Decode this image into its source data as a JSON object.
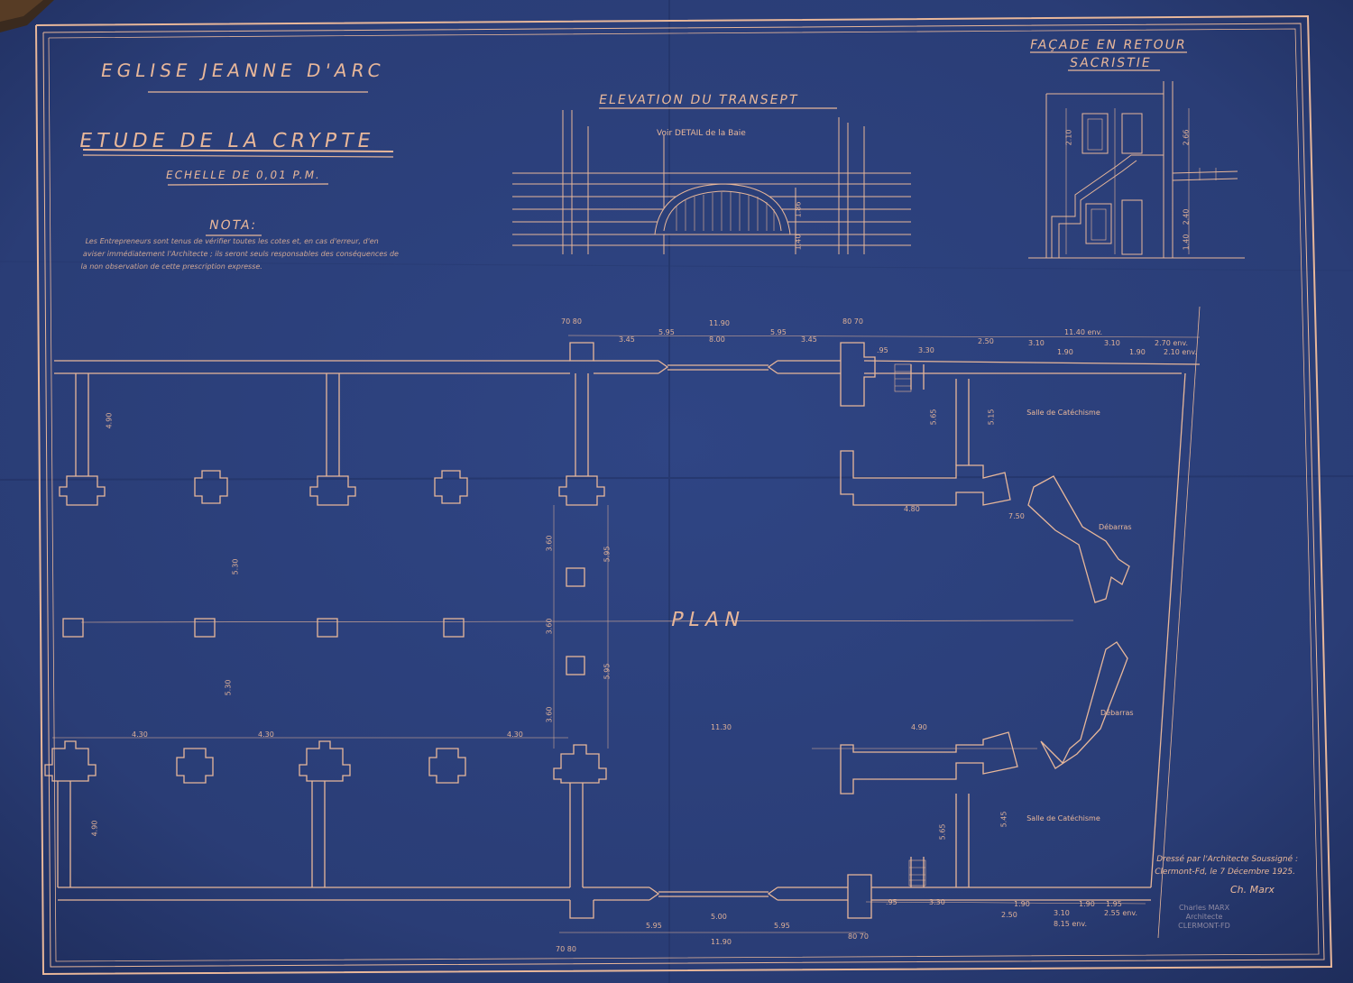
{
  "sheet": {
    "church_title": "EGLISE JEANNE D'ARC",
    "study_title": "ETUDE DE LA CRYPTE",
    "scale_note": "ECHELLE DE 0,01 P.M.",
    "nota_heading": "NOTA:",
    "nota_text": "Les Entrepreneurs sont tenus de vérifier toutes les cotes et, en cas d'erreur, d'en aviser immédiatement l'Architecte ; ils seront seuls responsables des conséquences de la non observation de cette prescription expresse.",
    "elevation_title": "ELEVATION DU TRANSEPT",
    "elevation_note": "Voir DETAIL de la Baie",
    "facade_title_1": "FAÇADE EN RETOUR",
    "facade_title_2": "SACRISTIE",
    "plan_title": "PLAN",
    "room_upper": "Salle de Catéchisme",
    "room_lower": "Salle de Catéchisme",
    "debarras_1": "Débarras",
    "debarras_2": "Débarras",
    "prepared_by": "Dressé par l'Architecte Soussigné :",
    "place_date": "Clermont-Fd, le 7 Décembre 1925.",
    "signature": "Ch. Marx",
    "stamp": "Charles MARX Architecte CLERMONT-FD"
  },
  "dimensions": {
    "top_80a": "70 80",
    "top_345a": "3.45",
    "top_595a": "5.95",
    "top_1190": "11.90",
    "top_800": "8.00",
    "top_595b": "5.95",
    "top_345b": "3.45",
    "top_80b": "80 70",
    "r_95": ".95",
    "r_330": "3.30",
    "r_250": "2.50",
    "r_310": "3.10",
    "r_1140": "11.40 env.",
    "r_310b": "3.10",
    "r_270": "2.70 env.",
    "r_190a": "1.90",
    "r_190b": "1.90",
    "r_210": "2.10 env.",
    "v_490a": "4.90",
    "v_530": "5.30",
    "v_595a": "5.95",
    "v_360a": "3.60",
    "v_360b": "3.60",
    "v_595b": "5.95",
    "v_360c": "3.60",
    "v_530b": "5.30",
    "v_490b": "4.90",
    "v_565a": "5.65",
    "v_515": "5.15",
    "v_565b": "5.65",
    "v_545": "5.45",
    "m_430a": "4.30",
    "m_430b": "4.30",
    "m_430c": "4.30",
    "m_1130": "11.30",
    "m_490": "4.90",
    "m_480": "4.80",
    "m_750": "7.50",
    "b_595a": "5.95",
    "b_500": "5.00",
    "b_595b": "5.95",
    "b_1190": "11.90",
    "b_80a": "70 80",
    "b_80b": "80 70",
    "b_95": ".95",
    "b_330": "3.30",
    "b_190a": "1.90",
    "b_250": "2.50",
    "b_310": "3.10",
    "b_815": "8.15 env.",
    "b_190b": "1.90",
    "b_195": "1.95",
    "b_255": "2.55 env.",
    "e_186": "1.86",
    "e_140": "1.40",
    "f_266": "2.66",
    "f_210": "2.10",
    "f_240": "2.40",
    "f_140": "1.40"
  },
  "colors": {
    "paper": "#2b3f78",
    "ink": "#e8b79a"
  }
}
